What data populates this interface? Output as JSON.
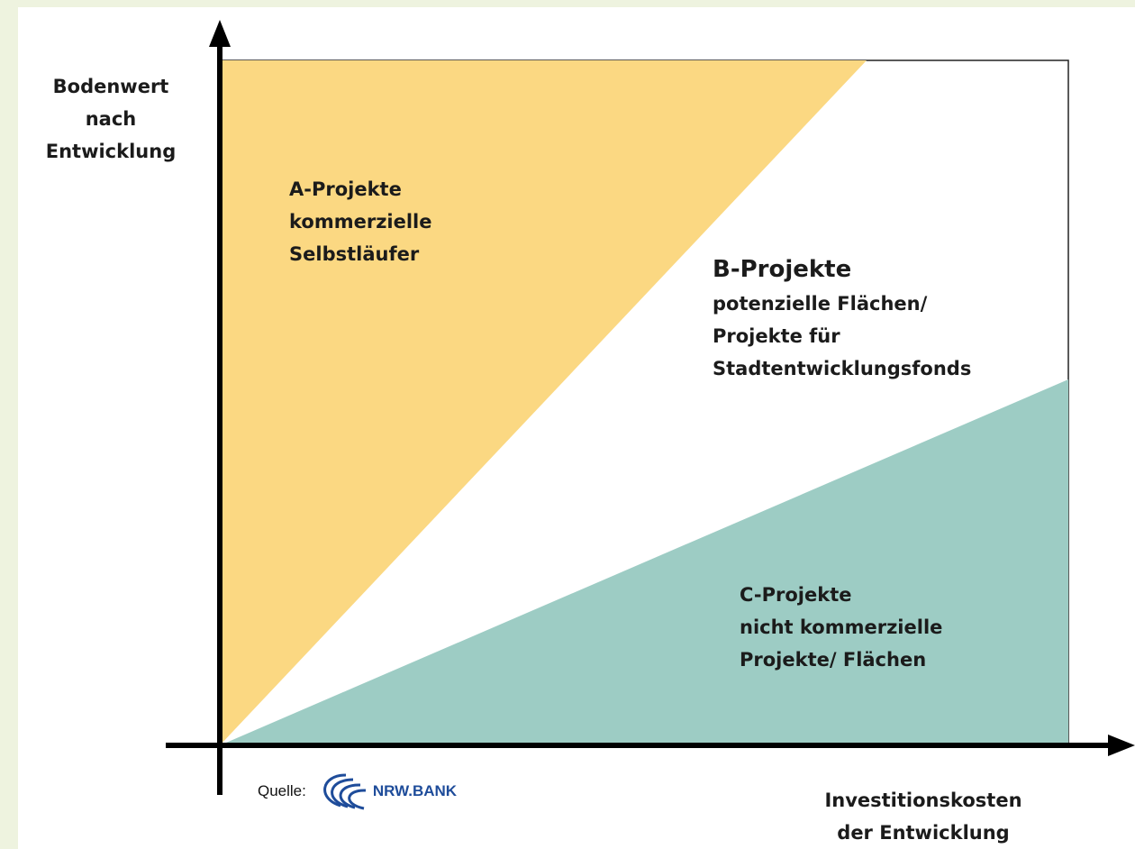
{
  "axes": {
    "y_label": [
      "Bodenwert",
      "nach",
      "Entwicklung"
    ],
    "x_label": [
      "Investitionskosten",
      "der Entwicklung"
    ]
  },
  "zones": {
    "a": {
      "lines": [
        "A-Projekte",
        "kommerzielle",
        "Selbstläufer"
      ],
      "color": "#fbd882"
    },
    "b": {
      "title": "B-Projekte",
      "lines": [
        "potenzielle Flächen/",
        "Projekte für",
        "Stadtentwicklungsfonds"
      ],
      "color": "#ffffff"
    },
    "c": {
      "lines": [
        "C-Projekte",
        "nicht kommerzielle",
        "Projekte/ Flächen"
      ],
      "color": "#9dccc4"
    }
  },
  "source": {
    "label": "Quelle:",
    "logo_text": "NRW.BANK",
    "logo_color": "#1e4c9a"
  }
}
